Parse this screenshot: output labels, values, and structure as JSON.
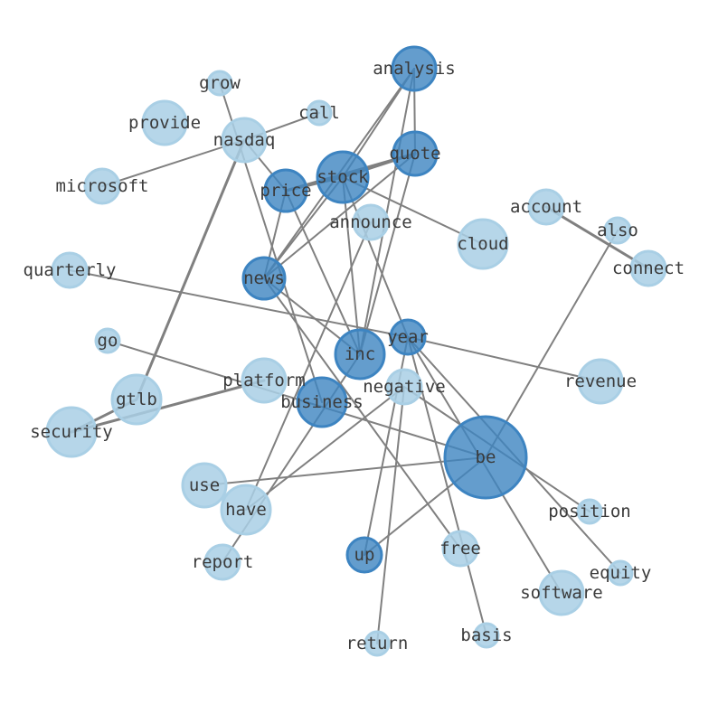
{
  "nodes": [
    {
      "id": "analysis",
      "label": "analysis",
      "tone": "dark"
    },
    {
      "id": "grow",
      "label": "grow",
      "tone": "light"
    },
    {
      "id": "call",
      "label": "call",
      "tone": "light"
    },
    {
      "id": "provide",
      "label": "provide",
      "tone": "light"
    },
    {
      "id": "nasdaq",
      "label": "nasdaq",
      "tone": "light"
    },
    {
      "id": "quote",
      "label": "quote",
      "tone": "dark"
    },
    {
      "id": "stock",
      "label": "stock",
      "tone": "dark"
    },
    {
      "id": "microsoft",
      "label": "microsoft",
      "tone": "light"
    },
    {
      "id": "price",
      "label": "price",
      "tone": "dark"
    },
    {
      "id": "account",
      "label": "account",
      "tone": "light"
    },
    {
      "id": "also",
      "label": "also",
      "tone": "light"
    },
    {
      "id": "announce",
      "label": "announce",
      "tone": "light"
    },
    {
      "id": "cloud",
      "label": "cloud",
      "tone": "light"
    },
    {
      "id": "connect",
      "label": "connect",
      "tone": "light"
    },
    {
      "id": "quarterly",
      "label": "quarterly",
      "tone": "light"
    },
    {
      "id": "news",
      "label": "news",
      "tone": "dark"
    },
    {
      "id": "year",
      "label": "year",
      "tone": "dark"
    },
    {
      "id": "go",
      "label": "go",
      "tone": "light"
    },
    {
      "id": "inc",
      "label": "inc",
      "tone": "dark"
    },
    {
      "id": "revenue",
      "label": "revenue",
      "tone": "light"
    },
    {
      "id": "platform",
      "label": "platform",
      "tone": "light"
    },
    {
      "id": "negative",
      "label": "negative",
      "tone": "light"
    },
    {
      "id": "gtlb",
      "label": "gtlb",
      "tone": "light"
    },
    {
      "id": "business",
      "label": "business",
      "tone": "dark"
    },
    {
      "id": "security",
      "label": "security",
      "tone": "light"
    },
    {
      "id": "be",
      "label": "be",
      "tone": "dark"
    },
    {
      "id": "use",
      "label": "use",
      "tone": "light"
    },
    {
      "id": "have",
      "label": "have",
      "tone": "light"
    },
    {
      "id": "position",
      "label": "position",
      "tone": "light"
    },
    {
      "id": "report",
      "label": "report",
      "tone": "light"
    },
    {
      "id": "up",
      "label": "up",
      "tone": "dark"
    },
    {
      "id": "free",
      "label": "free",
      "tone": "light"
    },
    {
      "id": "equity",
      "label": "equity",
      "tone": "light"
    },
    {
      "id": "software",
      "label": "software",
      "tone": "light"
    },
    {
      "id": "return",
      "label": "return",
      "tone": "light"
    },
    {
      "id": "basis",
      "label": "basis",
      "tone": "light"
    }
  ],
  "edges": [
    [
      "analysis",
      "stock"
    ],
    [
      "analysis",
      "news"
    ],
    [
      "analysis",
      "quote"
    ],
    [
      "analysis",
      "inc"
    ],
    [
      "quote",
      "stock"
    ],
    [
      "quote",
      "price"
    ],
    [
      "quote",
      "news"
    ],
    [
      "quote",
      "inc"
    ],
    [
      "stock",
      "news"
    ],
    [
      "stock",
      "price"
    ],
    [
      "stock",
      "inc"
    ],
    [
      "stock",
      "cloud"
    ],
    [
      "stock",
      "year"
    ],
    [
      "price",
      "nasdaq"
    ],
    [
      "price",
      "news"
    ],
    [
      "price",
      "inc"
    ],
    [
      "nasdaq",
      "microsoft"
    ],
    [
      "nasdaq",
      "call"
    ],
    [
      "nasdaq",
      "gtlb"
    ],
    [
      "grow",
      "business"
    ],
    [
      "account",
      "connect"
    ],
    [
      "also",
      "be"
    ],
    [
      "announce",
      "have"
    ],
    [
      "quarterly",
      "year"
    ],
    [
      "news",
      "inc"
    ],
    [
      "news",
      "free"
    ],
    [
      "year",
      "revenue"
    ],
    [
      "year",
      "up"
    ],
    [
      "year",
      "basis"
    ],
    [
      "year",
      "equity"
    ],
    [
      "year",
      "software"
    ],
    [
      "go",
      "be"
    ],
    [
      "platform",
      "security"
    ],
    [
      "negative",
      "have"
    ],
    [
      "negative",
      "return"
    ],
    [
      "negative",
      "position"
    ],
    [
      "gtlb",
      "security"
    ],
    [
      "use",
      "be"
    ],
    [
      "be",
      "up"
    ],
    [
      "inc",
      "report"
    ]
  ]
}
